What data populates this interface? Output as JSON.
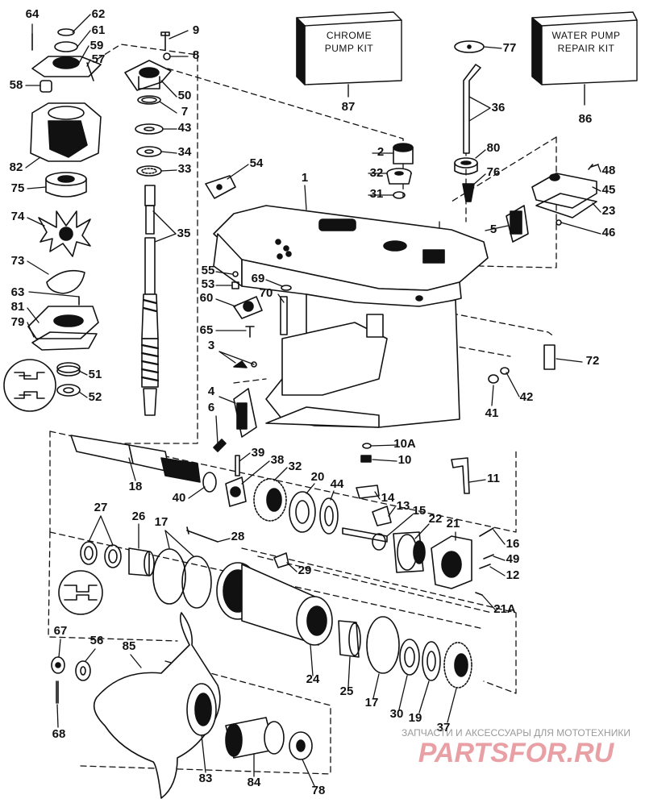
{
  "kits": [
    {
      "id": "chrome-pump-kit",
      "lines": [
        "CHROME",
        "PUMP KIT"
      ],
      "number": "87"
    },
    {
      "id": "water-pump-repair-kit",
      "lines": [
        "WATER PUMP",
        "REPAIR KIT"
      ],
      "number": "86"
    }
  ],
  "labels": [
    {
      "id": "64",
      "text": "64"
    },
    {
      "id": "62",
      "text": "62"
    },
    {
      "id": "61",
      "text": "61"
    },
    {
      "id": "59",
      "text": "59"
    },
    {
      "id": "57",
      "text": "57"
    },
    {
      "id": "58",
      "text": "58"
    },
    {
      "id": "82",
      "text": "82"
    },
    {
      "id": "75",
      "text": "75"
    },
    {
      "id": "74",
      "text": "74"
    },
    {
      "id": "73",
      "text": "73"
    },
    {
      "id": "63",
      "text": "63"
    },
    {
      "id": "81",
      "text": "81"
    },
    {
      "id": "79",
      "text": "79"
    },
    {
      "id": "51",
      "text": "51"
    },
    {
      "id": "52",
      "text": "52"
    },
    {
      "id": "9",
      "text": "9"
    },
    {
      "id": "8",
      "text": "8"
    },
    {
      "id": "50",
      "text": "50"
    },
    {
      "id": "7",
      "text": "7"
    },
    {
      "id": "43",
      "text": "43"
    },
    {
      "id": "34",
      "text": "34"
    },
    {
      "id": "33",
      "text": "33"
    },
    {
      "id": "35",
      "text": "35"
    },
    {
      "id": "54",
      "text": "54"
    },
    {
      "id": "1",
      "text": "1"
    },
    {
      "id": "2",
      "text": "2"
    },
    {
      "id": "32a",
      "text": "32"
    },
    {
      "id": "31",
      "text": "31"
    },
    {
      "id": "77",
      "text": "77"
    },
    {
      "id": "36",
      "text": "36"
    },
    {
      "id": "80",
      "text": "80"
    },
    {
      "id": "76",
      "text": "76"
    },
    {
      "id": "48",
      "text": "48"
    },
    {
      "id": "45",
      "text": "45"
    },
    {
      "id": "23",
      "text": "23"
    },
    {
      "id": "46",
      "text": "46"
    },
    {
      "id": "5",
      "text": "5"
    },
    {
      "id": "55",
      "text": "55"
    },
    {
      "id": "53",
      "text": "53"
    },
    {
      "id": "69",
      "text": "69"
    },
    {
      "id": "70",
      "text": "70"
    },
    {
      "id": "60",
      "text": "60"
    },
    {
      "id": "65",
      "text": "65"
    },
    {
      "id": "3",
      "text": "3"
    },
    {
      "id": "72",
      "text": "72"
    },
    {
      "id": "42",
      "text": "42"
    },
    {
      "id": "41",
      "text": "41"
    },
    {
      "id": "4",
      "text": "4"
    },
    {
      "id": "6",
      "text": "6"
    },
    {
      "id": "10A",
      "text": "10A"
    },
    {
      "id": "10",
      "text": "10"
    },
    {
      "id": "39",
      "text": "39"
    },
    {
      "id": "38",
      "text": "38"
    },
    {
      "id": "32b",
      "text": "32"
    },
    {
      "id": "18",
      "text": "18"
    },
    {
      "id": "40",
      "text": "40"
    },
    {
      "id": "20",
      "text": "20"
    },
    {
      "id": "44",
      "text": "44"
    },
    {
      "id": "14",
      "text": "14"
    },
    {
      "id": "11",
      "text": "11"
    },
    {
      "id": "13",
      "text": "13"
    },
    {
      "id": "15",
      "text": "15"
    },
    {
      "id": "22",
      "text": "22"
    },
    {
      "id": "21",
      "text": "21"
    },
    {
      "id": "16",
      "text": "16"
    },
    {
      "id": "49",
      "text": "49"
    },
    {
      "id": "12",
      "text": "12"
    },
    {
      "id": "21A",
      "text": "21A"
    },
    {
      "id": "27",
      "text": "27"
    },
    {
      "id": "26",
      "text": "26"
    },
    {
      "id": "17a",
      "text": "17"
    },
    {
      "id": "28",
      "text": "28"
    },
    {
      "id": "29",
      "text": "29"
    },
    {
      "id": "24",
      "text": "24"
    },
    {
      "id": "25",
      "text": "25"
    },
    {
      "id": "17b",
      "text": "17"
    },
    {
      "id": "30",
      "text": "30"
    },
    {
      "id": "19",
      "text": "19"
    },
    {
      "id": "37",
      "text": "37"
    },
    {
      "id": "67",
      "text": "67"
    },
    {
      "id": "56",
      "text": "56"
    },
    {
      "id": "85",
      "text": "85"
    },
    {
      "id": "68",
      "text": "68"
    },
    {
      "id": "83",
      "text": "83"
    },
    {
      "id": "84",
      "text": "84"
    },
    {
      "id": "78",
      "text": "78"
    }
  ],
  "watermark": {
    "tagline": "ЗАПЧАСТИ И АКСЕССУАРЫ ДЛЯ МОТОТЕХНИКИ",
    "brand": "PARTSFOR.RU",
    "color": "#e8a0a5"
  }
}
